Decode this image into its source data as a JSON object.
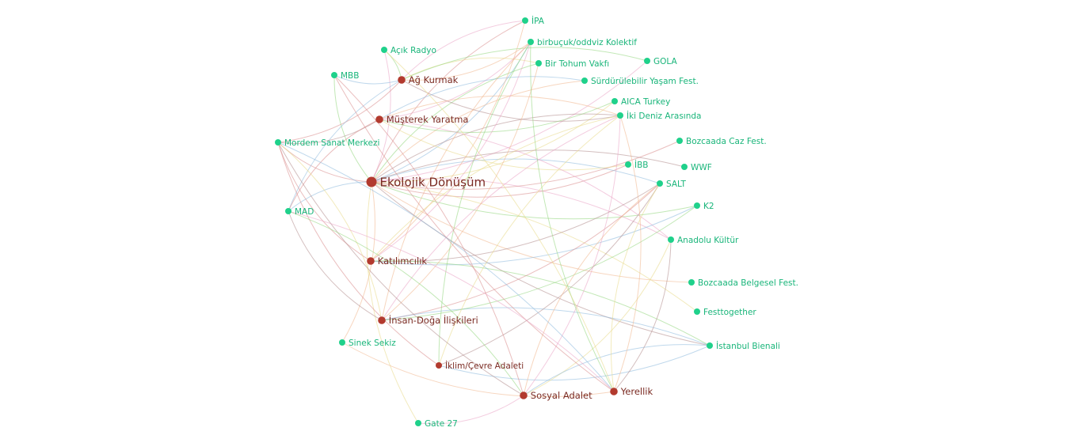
{
  "colors": {
    "theme_node": "#b23a2e",
    "org_node": "#1fd18b",
    "theme_label": "#7a2a22",
    "org_label": "#19b57a",
    "edge_palette": [
      "#d98b8b",
      "#8ab8dc",
      "#8fd67a",
      "#e9a3c4",
      "#f0b48a",
      "#e8d986",
      "#b08b8b"
    ]
  },
  "nodes": [
    {
      "id": "ekolojik",
      "label": "Ekolojik Dönüşüm",
      "kind": "theme",
      "weight": "large"
    },
    {
      "id": "agkurmak",
      "label": "Ağ Kurmak",
      "kind": "theme",
      "weight": "medium"
    },
    {
      "id": "musterek",
      "label": "Müşterek Yaratma",
      "kind": "theme",
      "weight": "medium"
    },
    {
      "id": "katilim",
      "label": "Katılımcılık",
      "kind": "theme",
      "weight": "medium"
    },
    {
      "id": "insandoga",
      "label": "İnsan-Doğa İlişkileri",
      "kind": "theme",
      "weight": "medium"
    },
    {
      "id": "iklim",
      "label": "İklim/Çevre Adaleti",
      "kind": "theme",
      "weight": "small"
    },
    {
      "id": "sosyal",
      "label": "Sosyal Adalet",
      "kind": "theme",
      "weight": "medium"
    },
    {
      "id": "yerellik",
      "label": "Yerellik",
      "kind": "theme",
      "weight": "medium"
    },
    {
      "id": "ipa",
      "label": "İPA",
      "kind": "org"
    },
    {
      "id": "birbucuk",
      "label": "birbuçuk/oddviz Kolektif",
      "kind": "org"
    },
    {
      "id": "acikradyo",
      "label": "Açık Radyo",
      "kind": "org"
    },
    {
      "id": "birtohum",
      "label": "Bir Tohum Vakfı",
      "kind": "org"
    },
    {
      "id": "gola",
      "label": "GOLA",
      "kind": "org"
    },
    {
      "id": "mbb",
      "label": "MBB",
      "kind": "org"
    },
    {
      "id": "surdurulebilir",
      "label": "Sürdürülebilir Yaşam Fest.",
      "kind": "org"
    },
    {
      "id": "aica",
      "label": "AICA Turkey",
      "kind": "org"
    },
    {
      "id": "ikideniz",
      "label": "İki Deniz Arasında",
      "kind": "org"
    },
    {
      "id": "mordem",
      "label": "Mordem Sanat Merkezi",
      "kind": "org"
    },
    {
      "id": "bozcaadacaz",
      "label": "Bozcaada Caz Fest.",
      "kind": "org"
    },
    {
      "id": "ibb",
      "label": "İBB",
      "kind": "org"
    },
    {
      "id": "wwf",
      "label": "WWF",
      "kind": "org"
    },
    {
      "id": "salt",
      "label": "SALT",
      "kind": "org"
    },
    {
      "id": "mad",
      "label": "MAD",
      "kind": "org"
    },
    {
      "id": "k2",
      "label": "K2",
      "kind": "org"
    },
    {
      "id": "anadolu",
      "label": "Anadolu Kültür",
      "kind": "org"
    },
    {
      "id": "bozcaadabelgesel",
      "label": "Bozcaada Belgesel Fest.",
      "kind": "org"
    },
    {
      "id": "festtogether",
      "label": "Festtogether",
      "kind": "org"
    },
    {
      "id": "istanbulbienali",
      "label": "İstanbul Bienali",
      "kind": "org"
    },
    {
      "id": "sineksekiz",
      "label": "Sinek Sekiz",
      "kind": "org"
    },
    {
      "id": "gate27",
      "label": "Gate 27",
      "kind": "org"
    }
  ],
  "edges": [
    [
      "ekolojik",
      "ipa"
    ],
    [
      "ekolojik",
      "birbucuk"
    ],
    [
      "ekolojik",
      "birtohum"
    ],
    [
      "ekolojik",
      "gola"
    ],
    [
      "ekolojik",
      "surdurulebilir"
    ],
    [
      "ekolojik",
      "aica"
    ],
    [
      "ekolojik",
      "ikideniz"
    ],
    [
      "ekolojik",
      "ibb"
    ],
    [
      "ekolojik",
      "salt"
    ],
    [
      "ekolojik",
      "k2"
    ],
    [
      "ekolojik",
      "anadolu"
    ],
    [
      "ekolojik",
      "bozcaadabelgesel"
    ],
    [
      "ekolojik",
      "festtogether"
    ],
    [
      "ekolojik",
      "istanbulbienali"
    ],
    [
      "ekolojik",
      "mordem"
    ],
    [
      "ekolojik",
      "mad"
    ],
    [
      "ekolojik",
      "mbb"
    ],
    [
      "ekolojik",
      "acikradyo"
    ],
    [
      "ekolojik",
      "sineksekiz"
    ],
    [
      "ekolojik",
      "gate27"
    ],
    [
      "ekolojik",
      "wwf"
    ],
    [
      "ekolojik",
      "bozcaadacaz"
    ],
    [
      "agkurmak",
      "mbb"
    ],
    [
      "agkurmak",
      "acikradyo"
    ],
    [
      "agkurmak",
      "ipa"
    ],
    [
      "agkurmak",
      "birbucuk"
    ],
    [
      "agkurmak",
      "birtohum"
    ],
    [
      "agkurmak",
      "ikideniz"
    ],
    [
      "agkurmak",
      "mordem"
    ],
    [
      "agkurmak",
      "mad"
    ],
    [
      "agkurmak",
      "gola"
    ],
    [
      "musterek",
      "birbucuk"
    ],
    [
      "musterek",
      "ikideniz"
    ],
    [
      "musterek",
      "ibb"
    ],
    [
      "musterek",
      "mordem"
    ],
    [
      "musterek",
      "mad"
    ],
    [
      "musterek",
      "surdurulebilir"
    ],
    [
      "musterek",
      "aica"
    ],
    [
      "musterek",
      "anadolu"
    ],
    [
      "katilim",
      "ipa"
    ],
    [
      "katilim",
      "ikideniz"
    ],
    [
      "katilim",
      "salt"
    ],
    [
      "katilim",
      "mordem"
    ],
    [
      "katilim",
      "k2"
    ],
    [
      "katilim",
      "istanbulbienali"
    ],
    [
      "katilim",
      "birbucuk"
    ],
    [
      "insandoga",
      "birbucuk"
    ],
    [
      "insandoga",
      "mordem"
    ],
    [
      "insandoga",
      "mad"
    ],
    [
      "insandoga",
      "salt"
    ],
    [
      "insandoga",
      "istanbulbienali"
    ],
    [
      "insandoga",
      "k2"
    ],
    [
      "insandoga",
      "ikideniz"
    ],
    [
      "insandoga",
      "birtohum"
    ],
    [
      "iklim",
      "ikideniz"
    ],
    [
      "iklim",
      "salt"
    ],
    [
      "iklim",
      "mordem"
    ],
    [
      "iklim",
      "istanbulbienali"
    ],
    [
      "iklim",
      "birbucuk"
    ],
    [
      "sosyal",
      "ikideniz"
    ],
    [
      "sosyal",
      "salt"
    ],
    [
      "sosyal",
      "anadolu"
    ],
    [
      "sosyal",
      "mordem"
    ],
    [
      "sosyal",
      "mbb"
    ],
    [
      "sosyal",
      "istanbulbienali"
    ],
    [
      "sosyal",
      "mad"
    ],
    [
      "sosyal",
      "gate27"
    ],
    [
      "yerellik",
      "ikideniz"
    ],
    [
      "yerellik",
      "salt"
    ],
    [
      "yerellik",
      "anadolu"
    ],
    [
      "yerellik",
      "mbb"
    ],
    [
      "yerellik",
      "mordem"
    ],
    [
      "yerellik",
      "birbucuk"
    ],
    [
      "yerellik",
      "mad"
    ],
    [
      "yerellik",
      "sineksekiz"
    ],
    [
      "yerellik",
      "acikradyo"
    ]
  ]
}
